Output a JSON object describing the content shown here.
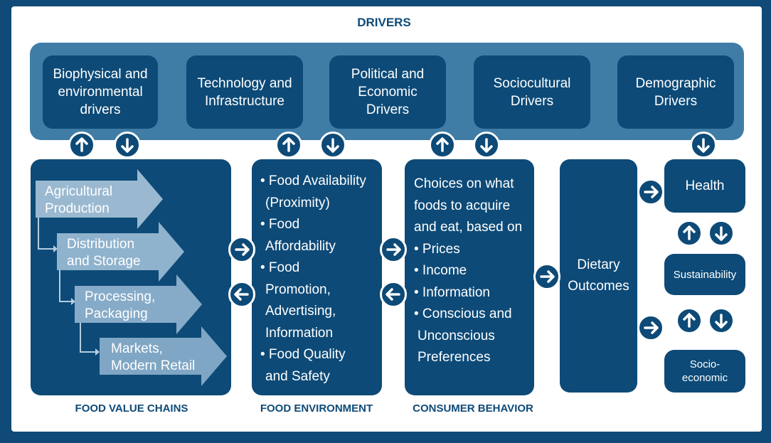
{
  "header": {
    "title": "DRIVERS"
  },
  "drivers": [
    {
      "label": "Biophysical and environmental drivers"
    },
    {
      "label": "Technology and Infrastructure"
    },
    {
      "label": "Political and Economic Drivers"
    },
    {
      "label": "Sociocultural Drivers"
    },
    {
      "label": "Demographic Drivers"
    }
  ],
  "value_chain": {
    "title": "FOOD VALUE CHAINS",
    "steps": [
      {
        "line1": "Agricultural",
        "line2": "Production"
      },
      {
        "line1": "Distribution",
        "line2": "and Storage"
      },
      {
        "line1": "Processing,",
        "line2": "Packaging"
      },
      {
        "line1": "Markets,",
        "line2": "Modern Retail"
      }
    ]
  },
  "food_environment": {
    "title": "FOOD ENVIRONMENT",
    "lines": [
      "• Food Availability",
      "(Proximity)",
      "• Food",
      "Affordability",
      "• Food",
      "Promotion,",
      "Advertising,",
      "Information",
      "• Food Quality",
      "and Safety"
    ]
  },
  "consumer_behavior": {
    "title": "CONSUMER BEHAVIOR",
    "lines": [
      "Choices on what",
      "foods to acquire",
      "and eat, based on",
      "• Prices",
      "• Income",
      "• Information",
      "• Conscious and",
      "Unconscious",
      "Preferences"
    ]
  },
  "dietary": {
    "line1": "Dietary",
    "line2": "Outcomes"
  },
  "outcomes": {
    "health": "Health",
    "sustainability": "Sustainability",
    "socio1": "Socio-",
    "socio2": "economic"
  },
  "colors": {
    "dark_blue": "#0d4a77",
    "band_blue": "#3f7da7",
    "arrow_light": "#9ab9d1",
    "frame": "#0f4a78"
  },
  "icons": [
    "arrow-up-icon",
    "arrow-down-icon",
    "arrow-right-icon",
    "arrow-left-icon"
  ]
}
